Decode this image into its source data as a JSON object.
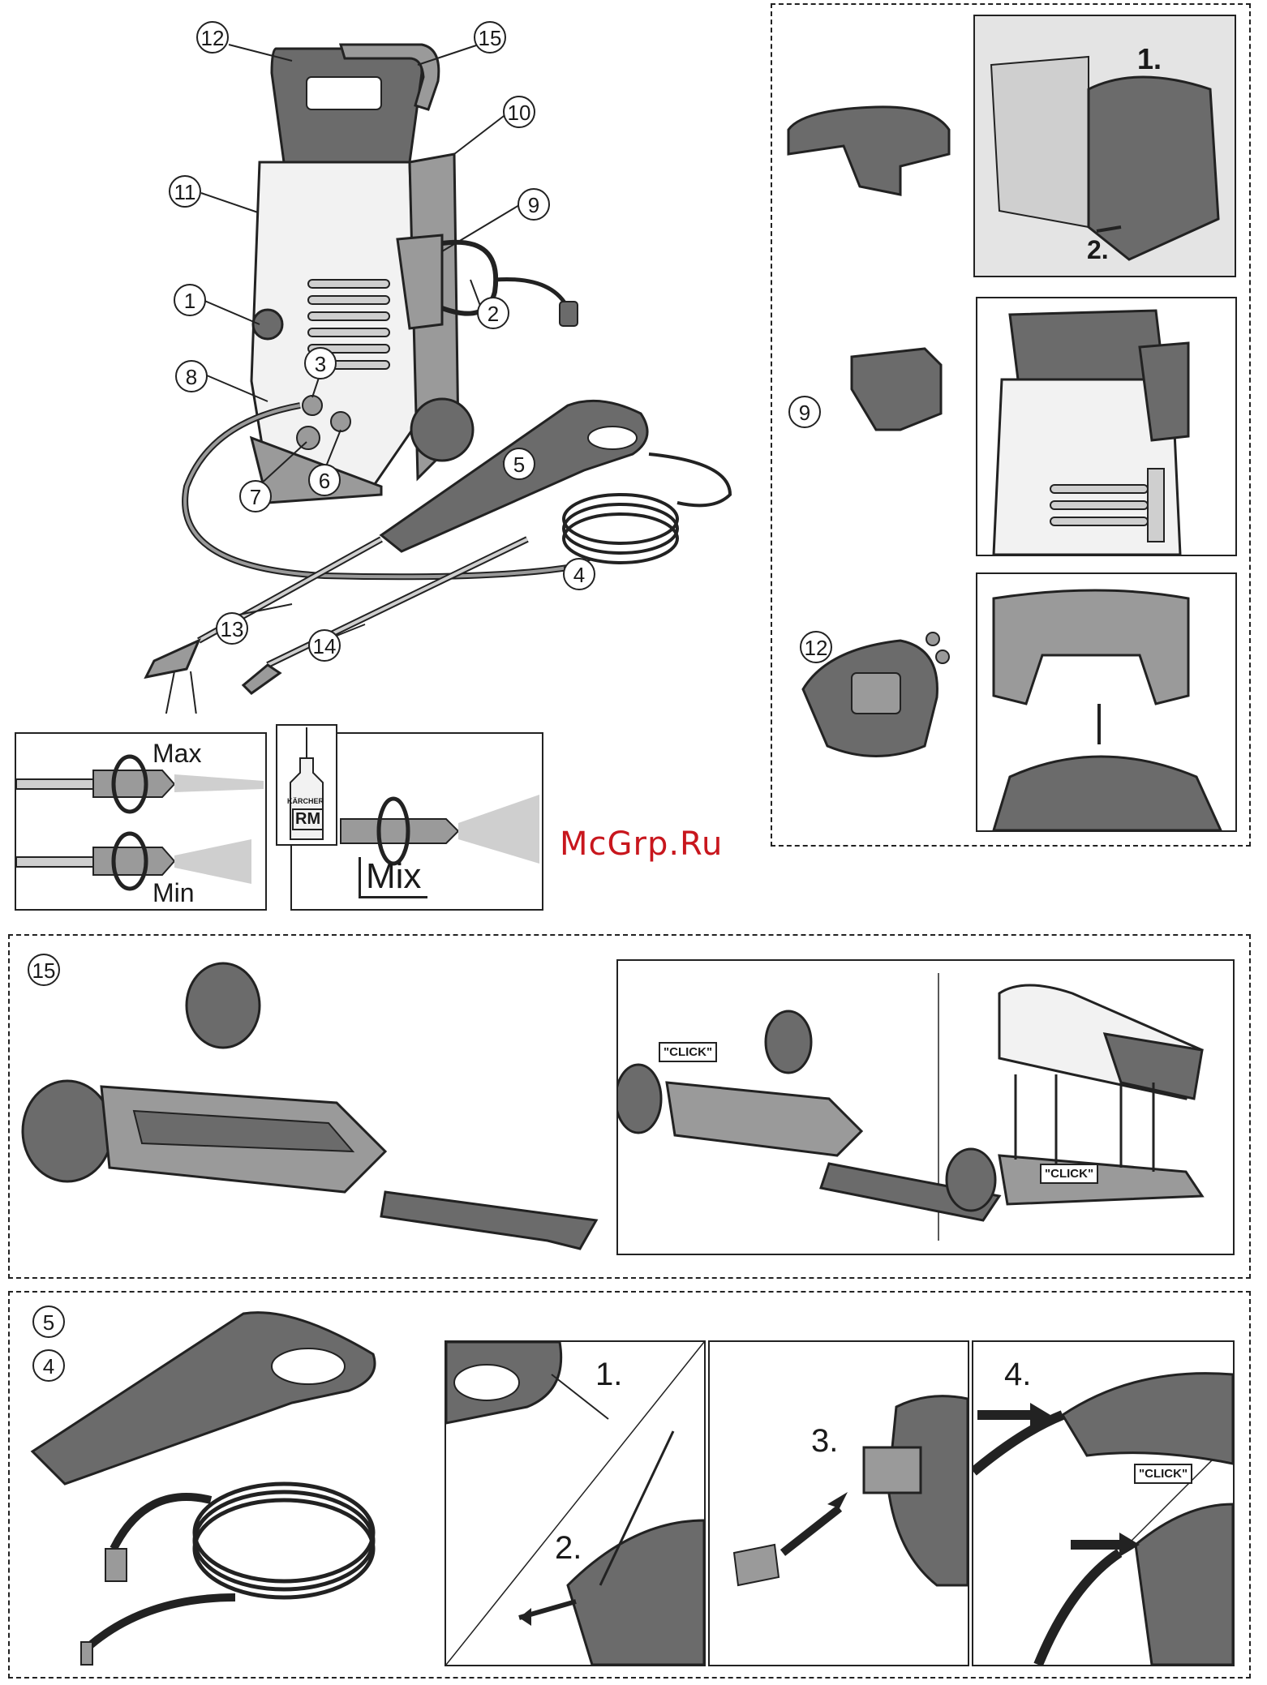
{
  "callouts": {
    "c1": "1",
    "c2": "2",
    "c3": "3",
    "c4": "4",
    "c5": "5",
    "c6": "6",
    "c7": "7",
    "c8": "8",
    "c9": "9",
    "c10": "10",
    "c11": "11",
    "c12": "12",
    "c13": "13",
    "c14": "14",
    "c15": "15"
  },
  "spray_adjust": {
    "max_label": "Max",
    "min_label": "Min"
  },
  "detergent": {
    "bottle_label": "RM",
    "bottle_brand": "KÄRCHER",
    "mix_label": "Mix"
  },
  "right_panel": {
    "step1": "1.",
    "step2": "2.",
    "callout_9": "9",
    "callout_12": "12"
  },
  "wheels_section": {
    "callout": "15",
    "click_1": "\"CLICK\"",
    "click_2": "\"CLICK\""
  },
  "gun_section": {
    "callout_a": "5",
    "callout_b": "4",
    "step1": "1.",
    "step2": "2.",
    "step3": "3.",
    "step4": "4.",
    "click": "\"CLICK\""
  },
  "watermark": "McGrp.Ru",
  "colors": {
    "dark_grey": "#6b6b6b",
    "mid_grey": "#9a9a9a",
    "light_grey": "#cfcfcf",
    "body_white": "#f2f2f2",
    "outline": "#222222",
    "watermark_red": "#c8161d"
  }
}
